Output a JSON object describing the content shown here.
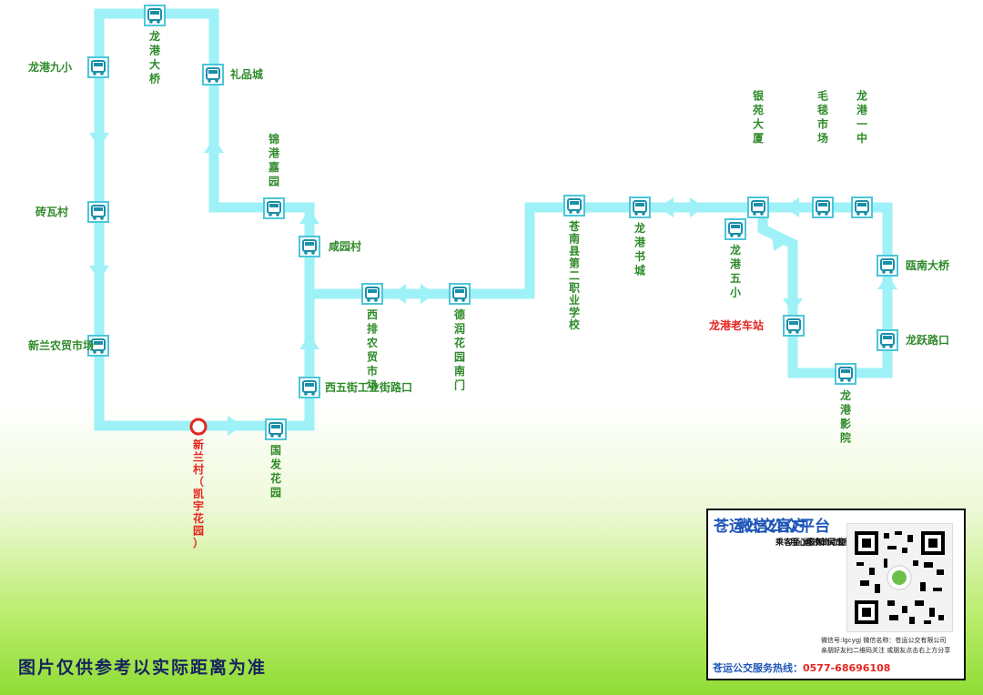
{
  "stops": [
    {
      "id": "longgang_dagiao",
      "name": "龙港大桥"
    },
    {
      "id": "lipincheng",
      "name": "礼品城"
    },
    {
      "id": "longgang_jiuxiao",
      "name": "龙港九小"
    },
    {
      "id": "zhuanwacun",
      "name": "砖瓦村"
    },
    {
      "id": "xinlan_market",
      "name": "新兰农贸市场"
    },
    {
      "id": "xinlan_start",
      "name": "新兰村（凯宇花园）"
    },
    {
      "id": "guofa_huayuan",
      "name": "国发花园"
    },
    {
      "id": "xiwujie",
      "name": "西五街工业街路口"
    },
    {
      "id": "xianyuancun",
      "name": "咸园村"
    },
    {
      "id": "jingang_jiayuan",
      "name": "锦港嘉园"
    },
    {
      "id": "xipai_market",
      "name": "西排农贸市场"
    },
    {
      "id": "derun_huayuan",
      "name": "德润花园南门"
    },
    {
      "id": "cangnan_zhiye",
      "name": "苍南县第二职业学校"
    },
    {
      "id": "longgang_shucheng",
      "name": "龙港书城"
    },
    {
      "id": "yinyuan_dasha",
      "name": "银苑大厦"
    },
    {
      "id": "longgang_wuxiao",
      "name": "龙港五小"
    },
    {
      "id": "maotan_market",
      "name": "毛毯市场"
    },
    {
      "id": "longgang_yizhong",
      "name": "龙港一中"
    },
    {
      "id": "aonan_daqiao",
      "name": "瓯南大桥"
    },
    {
      "id": "longgang_laochezhan",
      "name": "龙港老车站"
    },
    {
      "id": "longyue_lukou",
      "name": "龙跃路口"
    },
    {
      "id": "longgang_yingyuan",
      "name": "龙港影院"
    }
  ],
  "disclaimer": "图片仅供参考以实际距离为准",
  "infobox": {
    "col1": "苍运公交官方",
    "col2": "微信公众平台",
    "col3": "乘客至上",
    "col4": "用心服务",
    "col5": "城市流动窗口",
    "col6": "市民出行伙伴",
    "wechat_id": "微信号:lgcygj  微信名称：苍运公交有限公司",
    "scan_tip": "亲朋好友扫二维码关注  或朋友点击右上方分享",
    "hotline_label": "苍运公交服务热线：",
    "hotline_number": "0577-68696108"
  },
  "colors": {
    "route": "#9ef1f7",
    "stop_label": "#2f8a2a",
    "terminal_label": "#e42520",
    "disclaimer": "#16235e",
    "brand_blue": "#1f57b8"
  },
  "icons": {
    "stop": "bus-icon",
    "terminal": "terminal-circle-icon",
    "direction": "direction-arrow-icon"
  }
}
